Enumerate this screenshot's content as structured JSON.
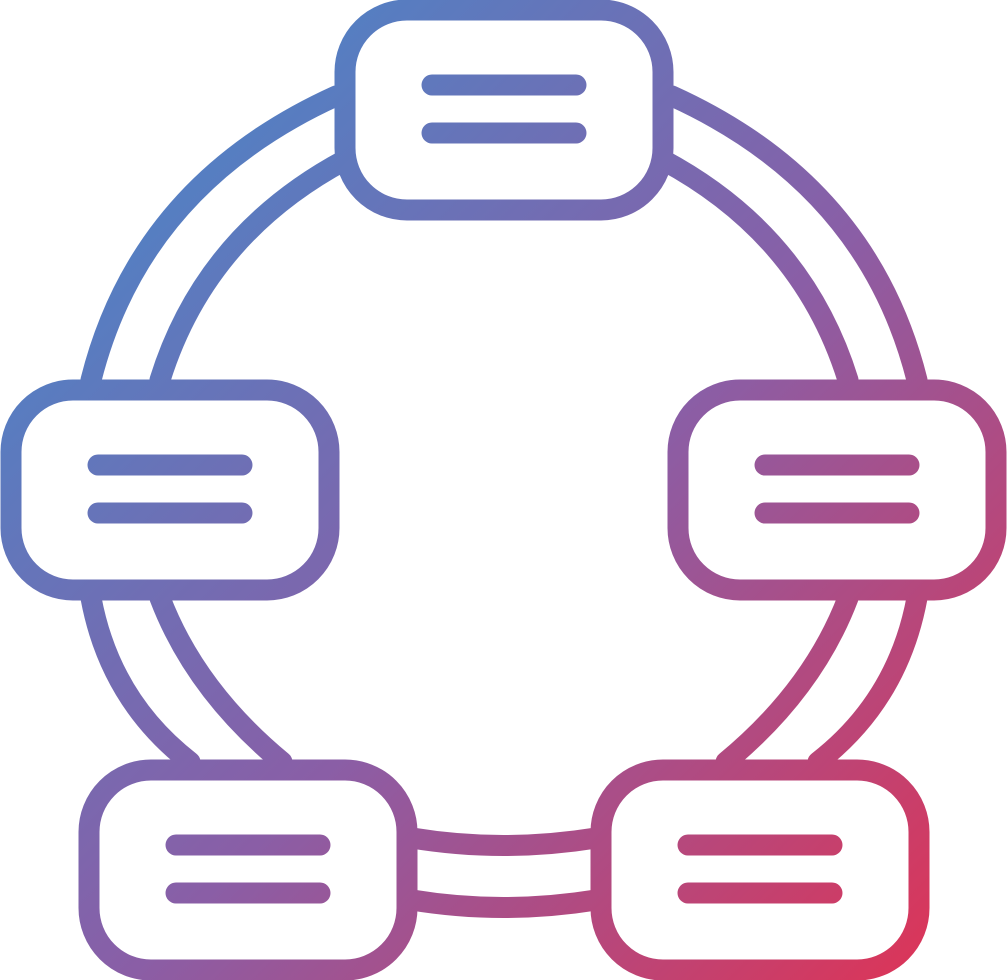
{
  "icon": {
    "name": "circular-network-icon",
    "style": "line-gradient",
    "background": "#ffffff",
    "gradient": {
      "start_color": "#3a8fd0",
      "mid_color": "#8a5ea6",
      "end_color": "#e5304f"
    },
    "nodes": [
      {
        "name": "node-top"
      },
      {
        "name": "node-left"
      },
      {
        "name": "node-right"
      },
      {
        "name": "node-bottom-left"
      },
      {
        "name": "node-bottom-right"
      }
    ]
  }
}
